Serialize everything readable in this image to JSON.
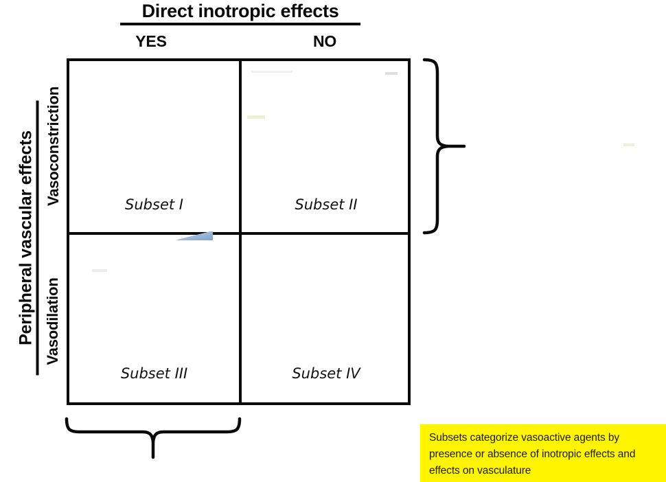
{
  "figure": {
    "column_axis": {
      "title": "Direct inotropic effects",
      "labels": [
        "YES",
        "NO"
      ]
    },
    "row_axis": {
      "title": "Peripheral vascular effects",
      "labels": [
        "Vasoconstriction",
        "Vasodilation"
      ]
    },
    "cells": [
      {
        "id": "subset-1",
        "label": "Subset I",
        "row": "Vasoconstriction",
        "column": "YES"
      },
      {
        "id": "subset-2",
        "label": "Subset II",
        "row": "Vasoconstriction",
        "column": "NO"
      },
      {
        "id": "subset-3",
        "label": "Subset III",
        "row": "Vasodilation",
        "column": "YES"
      },
      {
        "id": "subset-4",
        "label": "Subset IV",
        "row": "Vasodilation",
        "column": "NO"
      }
    ],
    "braces": {
      "row_brace": {
        "name": "row-group-brace",
        "direction": "right",
        "spans": "Vasoconstriction row"
      },
      "column_brace": {
        "name": "column-group-brace",
        "direction": "down",
        "spans": "YES column"
      }
    },
    "annotation": {
      "lines": [
        "Subsets categorize vasoactive agents by",
        "presence or absence of inotropic effects and",
        "effects on vasculature"
      ],
      "background_color": "#fff500",
      "text_color": "#1b1b1b"
    },
    "colors": {
      "ink": "#0a0a0a",
      "page_background": "#ffffff",
      "highlight": "#fff500",
      "artifact_blue": "#7ea4cc"
    }
  }
}
